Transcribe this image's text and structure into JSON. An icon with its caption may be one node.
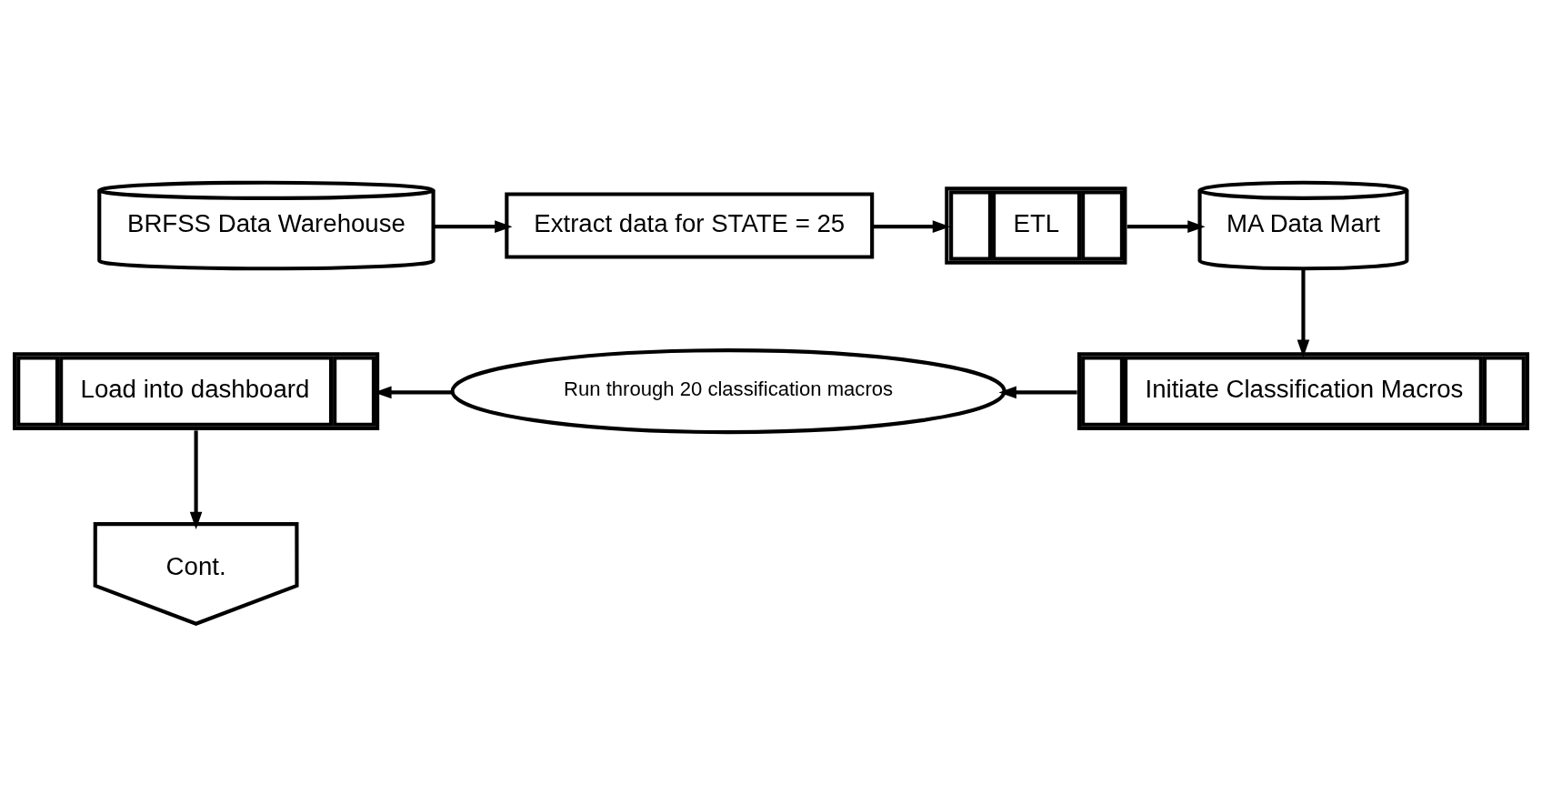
{
  "diagram": {
    "nodes": [
      {
        "text": [
          "BRFSS Data Warehouse"
        ]
      },
      {
        "text": [
          "Extract data for STATE = 25"
        ]
      },
      {
        "text": [
          "ETL"
        ]
      },
      {
        "text": [
          "MA Data Mart"
        ]
      },
      {
        "text": [
          "Initiate Classification Macros"
        ]
      },
      {
        "text": [
          "Run through 20 classification macros"
        ]
      },
      {
        "text": [
          "Load into dashboard"
        ]
      },
      {
        "text": [
          "Cont."
        ]
      }
    ],
    "edges": [
      {
        "from": 0,
        "to": 1,
        "arrow": "to"
      },
      {
        "from": 1,
        "to": 2,
        "arrow": "to"
      },
      {
        "from": 2,
        "to": 3,
        "arrow": "to"
      },
      {
        "from": 3,
        "to": 4,
        "arrow": "to"
      },
      {
        "from": 4,
        "to": 5,
        "arrow": "to"
      },
      {
        "from": 5,
        "to": 6,
        "arrow": "to"
      },
      {
        "from": 6,
        "to": 7,
        "arrow": "to"
      }
    ]
  }
}
